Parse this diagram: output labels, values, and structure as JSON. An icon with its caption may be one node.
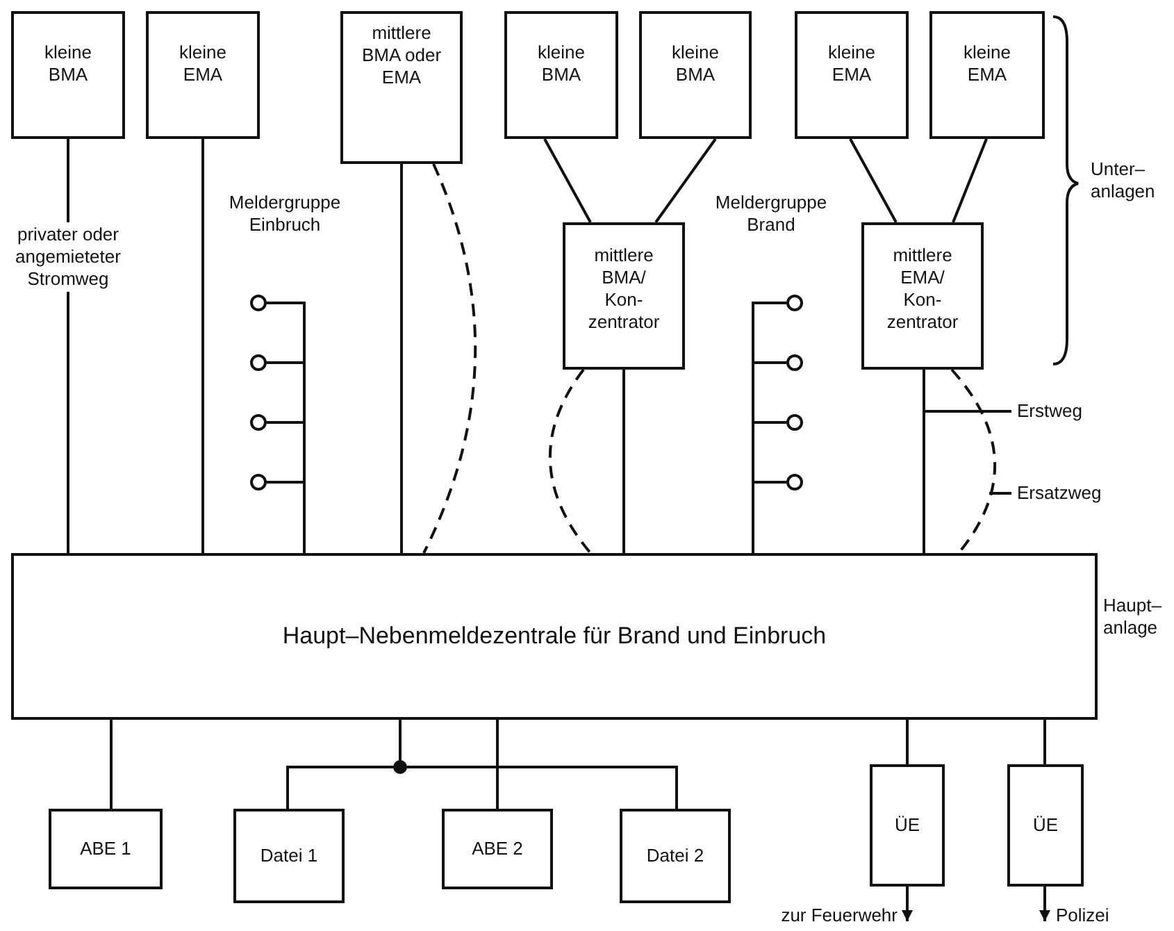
{
  "diagram": {
    "nodes": [
      {
        "text": [
          "kleine BMA"
        ]
      },
      {
        "text": [
          "kleine EMA"
        ]
      },
      {
        "text": [
          "mittlere BMA oder EMA"
        ]
      },
      {
        "text": [
          "kleine BMA"
        ]
      },
      {
        "text": [
          "kleine BMA"
        ]
      },
      {
        "text": [
          "kleine EMA"
        ]
      },
      {
        "text": [
          "kleine EMA"
        ]
      },
      {
        "text": [
          "mittlere BMA/ Kon- zentrator"
        ]
      },
      {
        "text": [
          "mittlere EMA/ Kon- zentrator"
        ]
      },
      {
        "text": [],
        "shape": "circle"
      },
      {
        "text": [],
        "shape": "circle"
      },
      {
        "text": [],
        "shape": "circle"
      },
      {
        "text": [],
        "shape": "circle"
      },
      {
        "text": [],
        "shape": "circle"
      },
      {
        "text": [],
        "shape": "circle"
      },
      {
        "text": [],
        "shape": "circle"
      },
      {
        "text": [],
        "shape": "circle"
      },
      {
        "text": [
          "Erstweg"
        ]
      },
      {
        "text": [
          "Ersatzweg"
        ]
      },
      {
        "text": [
          "Haupt–Nebenmeldezentrale für Brand und Einbruch"
        ],
        "beside": [
          "Haupt– anlage"
        ]
      },
      {
        "text": [
          "ABE 1"
        ]
      },
      {
        "text": [
          "Datei 1"
        ]
      },
      {
        "text": [
          "ABE 2"
        ]
      },
      {
        "text": [
          "Datei 2"
        ]
      },
      {
        "text": [
          "ÜE"
        ]
      },
      {
        "text": [
          "ÜE"
        ]
      }
    ],
    "edges": [
      {
        "from": 0,
        "to": 19,
        "arrow": "none",
        "label": "privater oder angemieteter Stromweg"
      },
      {
        "from": 1,
        "to": 19,
        "arrow": "none"
      },
      {
        "from": 2,
        "to": 19,
        "arrow": "none"
      },
      {
        "from": 2,
        "to": 19,
        "arrow": "none",
        "style": "dashed"
      },
      {
        "from": 3,
        "to": 7,
        "arrow": "none"
      },
      {
        "from": 4,
        "to": 7,
        "arrow": "none"
      },
      {
        "from": 5,
        "to": 8,
        "arrow": "none"
      },
      {
        "from": 6,
        "to": 8,
        "arrow": "none"
      },
      {
        "from": 7,
        "to": 19,
        "arrow": "none"
      },
      {
        "from": 7,
        "to": 19,
        "arrow": "none",
        "style": "dashed"
      },
      {
        "from": 8,
        "to": 19,
        "arrow": "none"
      },
      {
        "from": 8,
        "to": 19,
        "arrow": "none",
        "style": "dashed"
      },
      {
        "from": 9,
        "to": 19,
        "arrow": "none"
      },
      {
        "from": 10,
        "to": 19,
        "arrow": "none"
      },
      {
        "from": 11,
        "to": 19,
        "arrow": "none"
      },
      {
        "from": 12,
        "to": 19,
        "arrow": "none"
      },
      {
        "from": 13,
        "to": 19,
        "arrow": "none"
      },
      {
        "from": 14,
        "to": 19,
        "arrow": "none"
      },
      {
        "from": 15,
        "to": 19,
        "arrow": "none"
      },
      {
        "from": 16,
        "to": 19,
        "arrow": "none"
      },
      {
        "from": 17,
        "to": null,
        "arrow": "none"
      },
      {
        "from": 18,
        "to": null,
        "arrow": "none"
      },
      {
        "from": 19,
        "to": 20,
        "arrow": "none"
      },
      {
        "from": 19,
        "to": 21,
        "arrow": "none"
      },
      {
        "from": 19,
        "to": 22,
        "arrow": "none"
      },
      {
        "from": 19,
        "to": 23,
        "arrow": "none"
      },
      {
        "from": 19,
        "to": 24,
        "arrow": "none"
      },
      {
        "from": 19,
        "to": 25,
        "arrow": "none"
      },
      {
        "from": 24,
        "to": null,
        "arrow": "to",
        "label": "zur Feuerwehr"
      },
      {
        "from": 25,
        "to": null,
        "arrow": "to",
        "label": "Polizei"
      }
    ],
    "labels": [
      "Meldergruppe Einbruch",
      "Meldergruppe Brand",
      "Unter– anlagen"
    ]
  }
}
